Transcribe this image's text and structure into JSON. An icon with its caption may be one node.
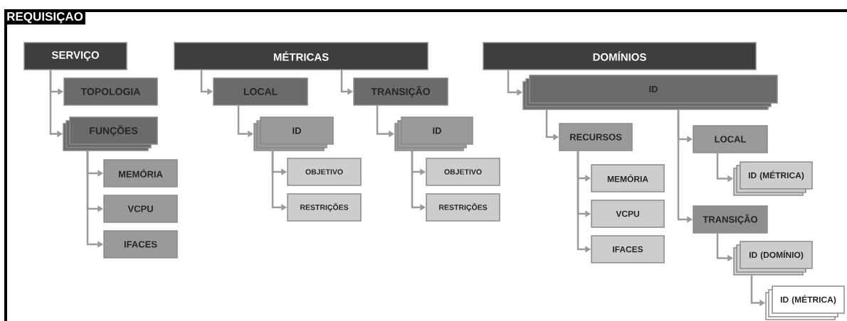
{
  "diagram": {
    "title": "REQUISIÇAO",
    "nodes": [
      {
        "text": [
          "SERVIÇO"
        ]
      },
      {
        "text": [
          "TOPOLOGIA"
        ]
      },
      {
        "text": [
          "FUNÇÕES"
        ]
      },
      {
        "text": [
          "MEMÓRIA"
        ]
      },
      {
        "text": [
          "VCPU"
        ]
      },
      {
        "text": [
          "IFACES"
        ]
      },
      {
        "text": [
          "MÉTRICAS"
        ]
      },
      {
        "text": [
          "LOCAL"
        ]
      },
      {
        "text": [
          "TRANSIÇÃO"
        ]
      },
      {
        "text": [
          "ID"
        ]
      },
      {
        "text": [
          "OBJETIVO"
        ]
      },
      {
        "text": [
          "RESTRIÇÕES"
        ]
      },
      {
        "text": [
          "ID"
        ]
      },
      {
        "text": [
          "OBJETIVO"
        ]
      },
      {
        "text": [
          "RESTRIÇÕES"
        ]
      },
      {
        "text": [
          "DOMÍNIOS"
        ]
      },
      {
        "text": [
          "ID"
        ]
      },
      {
        "text": [
          "RECURSOS"
        ]
      },
      {
        "text": [
          "MEMÓRIA"
        ]
      },
      {
        "text": [
          "VCPU"
        ]
      },
      {
        "text": [
          "IFACES"
        ]
      },
      {
        "text": [
          "LOCAL"
        ]
      },
      {
        "text": [
          "ID (MÉTRICA)"
        ]
      },
      {
        "text": [
          "TRANSIÇÃO"
        ]
      },
      {
        "text": [
          "ID (DOMÍNIO)"
        ]
      },
      {
        "text": [
          "ID (MÉTRICA)"
        ]
      }
    ],
    "edges": [
      {
        "from": 0,
        "to": 1,
        "arrow": "to"
      },
      {
        "from": 0,
        "to": 2,
        "arrow": "to"
      },
      {
        "from": 2,
        "to": 3,
        "arrow": "to"
      },
      {
        "from": 2,
        "to": 4,
        "arrow": "to"
      },
      {
        "from": 2,
        "to": 5,
        "arrow": "to"
      },
      {
        "from": 6,
        "to": 7,
        "arrow": "to"
      },
      {
        "from": 6,
        "to": 8,
        "arrow": "to"
      },
      {
        "from": 7,
        "to": 9,
        "arrow": "to"
      },
      {
        "from": 9,
        "to": 10,
        "arrow": "to"
      },
      {
        "from": 9,
        "to": 11,
        "arrow": "to"
      },
      {
        "from": 8,
        "to": 12,
        "arrow": "to"
      },
      {
        "from": 12,
        "to": 13,
        "arrow": "to"
      },
      {
        "from": 12,
        "to": 14,
        "arrow": "to"
      },
      {
        "from": 15,
        "to": 16,
        "arrow": "to"
      },
      {
        "from": 16,
        "to": 17,
        "arrow": "to"
      },
      {
        "from": 16,
        "to": 21,
        "arrow": "to"
      },
      {
        "from": 16,
        "to": 23,
        "arrow": "to"
      },
      {
        "from": 17,
        "to": 18,
        "arrow": "to"
      },
      {
        "from": 17,
        "to": 19,
        "arrow": "to"
      },
      {
        "from": 17,
        "to": 20,
        "arrow": "to"
      },
      {
        "from": 21,
        "to": 22,
        "arrow": "to"
      },
      {
        "from": 23,
        "to": 24,
        "arrow": "to"
      },
      {
        "from": 24,
        "to": 25,
        "arrow": "to"
      }
    ]
  }
}
